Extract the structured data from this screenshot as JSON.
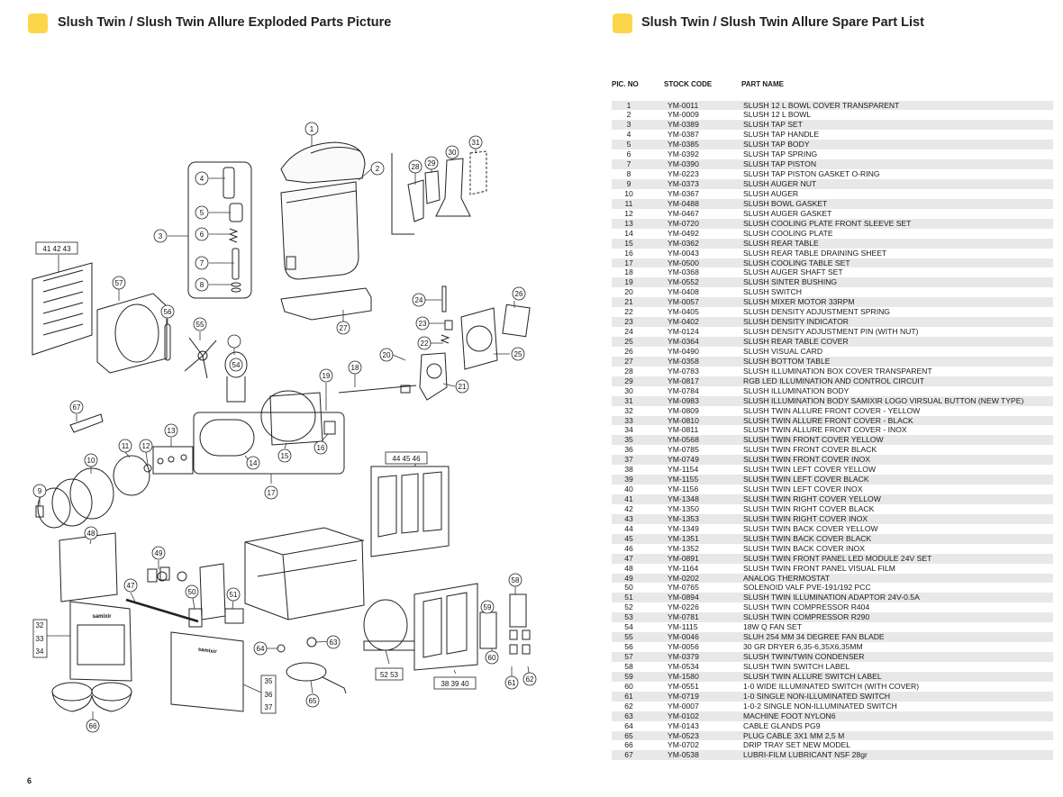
{
  "left_header": {
    "title": "Slush Twin / Slush Twin Allure Exploded Parts Picture"
  },
  "right_header": {
    "title": "Slush Twin / Slush Twin Allure Spare Part List"
  },
  "page_number": "6",
  "diagram": {
    "callouts": [
      "1",
      "2",
      "3",
      "4",
      "5",
      "6",
      "7",
      "8",
      "9",
      "10",
      "11",
      "12",
      "13",
      "14",
      "15",
      "16",
      "17",
      "18",
      "19",
      "20",
      "21",
      "22",
      "23",
      "24",
      "25",
      "26",
      "27",
      "28",
      "29",
      "30",
      "31",
      "41 42 43",
      "44 45 46",
      "47",
      "48",
      "49",
      "50",
      "51",
      "52 53",
      "54",
      "55",
      "56",
      "57",
      "58",
      "59",
      "60",
      "61",
      "62",
      "63",
      "64",
      "65",
      "66",
      "32",
      "33",
      "34",
      "35",
      "36",
      "37",
      "38 39 40"
    ],
    "brand_text": "samixir"
  },
  "table": {
    "headers": [
      "PIC. NO",
      "STOCK CODE",
      "PART NAME"
    ],
    "rows": [
      [
        "1",
        "YM-0011",
        "SLUSH 12 L BOWL COVER TRANSPARENT"
      ],
      [
        "2",
        "YM-0009",
        "SLUSH 12 L BOWL"
      ],
      [
        "3",
        "YM-0389",
        "SLUSH TAP SET"
      ],
      [
        "4",
        "YM-0387",
        "SLUSH TAP HANDLE"
      ],
      [
        "5",
        "YM-0385",
        "SLUSH TAP BODY"
      ],
      [
        "6",
        "YM-0392",
        "SLUSH TAP SPRING"
      ],
      [
        "7",
        "YM-0390",
        "SLUSH TAP PISTON"
      ],
      [
        "8",
        "YM-0223",
        "SLUSH TAP PISTON GASKET O-RING"
      ],
      [
        "9",
        "YM-0373",
        "SLUSH AUGER NUT"
      ],
      [
        "10",
        "YM-0367",
        "SLUSH AUGER"
      ],
      [
        "11",
        "YM-0488",
        "SLUSH BOWL GASKET"
      ],
      [
        "12",
        "YM-0467",
        "SLUSH AUGER GASKET"
      ],
      [
        "13",
        "YM-0720",
        "SLUSH COOLING PLATE FRONT SLEEVE SET"
      ],
      [
        "14",
        "YM-0492",
        "SLUSH COOLING PLATE"
      ],
      [
        "15",
        "YM-0362",
        "SLUSH REAR TABLE"
      ],
      [
        "16",
        "YM-0043",
        "SLUSH REAR TABLE DRAINING SHEET"
      ],
      [
        "17",
        "YM-0500",
        "SLUSH COOLING TABLE SET"
      ],
      [
        "18",
        "YM-0368",
        "SLUSH AUGER SHAFT SET"
      ],
      [
        "19",
        "YM-0552",
        "SLUSH SINTER BUSHING"
      ],
      [
        "20",
        "YM-0408",
        "SLUSH SWITCH"
      ],
      [
        "21",
        "YM-0057",
        "SLUSH MIXER MOTOR 33RPM"
      ],
      [
        "22",
        "YM-0405",
        "SLUSH DENSITY ADJUSTMENT SPRING"
      ],
      [
        "23",
        "YM-0402",
        "SLUSH DENSITY INDICATOR"
      ],
      [
        "24",
        "YM-0124",
        "SLUSH DENSITY ADJUSTMENT PIN (WITH NUT)"
      ],
      [
        "25",
        "YM-0364",
        "SLUSH REAR TABLE COVER"
      ],
      [
        "26",
        "YM-0490",
        "SLUSH VISUAL CARD"
      ],
      [
        "27",
        "YM-0358",
        "SLUSH BOTTOM TABLE"
      ],
      [
        "28",
        "YM-0783",
        "SLUSH ILLUMINATION BOX COVER TRANSPARENT"
      ],
      [
        "29",
        "YM-0817",
        "RGB LED ILLUMINATION AND CONTROL CIRCUIT"
      ],
      [
        "30",
        "YM-0784",
        "SLUSH ILLUMINATION BODY"
      ],
      [
        "31",
        "YM-0983",
        "SLUSH ILLUMINATION BODY SAMIXIR LOGO VIRSUAL BUTTON (NEW TYPE)"
      ],
      [
        "32",
        "YM-0809",
        "SLUSH TWIN ALLURE FRONT COVER - YELLOW"
      ],
      [
        "33",
        "YM-0810",
        "SLUSH TWIN ALLURE FRONT COVER - BLACK"
      ],
      [
        "34",
        "YM-0811",
        "SLUSH TWIN ALLURE FRONT COVER - INOX"
      ],
      [
        "35",
        "YM-0568",
        "SLUSH TWIN FRONT COVER YELLOW"
      ],
      [
        "36",
        "YM-0785",
        "SLUSH TWIN FRONT COVER BLACK"
      ],
      [
        "37",
        "YM-0749",
        "SLUSH TWIN FRONT COVER INOX"
      ],
      [
        "38",
        "YM-1154",
        "SLUSH TWIN LEFT COVER YELLOW"
      ],
      [
        "39",
        "YM-1155",
        "SLUSH TWIN LEFT COVER BLACK"
      ],
      [
        "40",
        "YM-1156",
        "SLUSH TWIN LEFT COVER INOX"
      ],
      [
        "41",
        "YM-1348",
        "SLUSH TWIN RIGHT COVER YELLOW"
      ],
      [
        "42",
        "YM-1350",
        "SLUSH TWIN RIGHT COVER BLACK"
      ],
      [
        "43",
        "YM-1353",
        "SLUSH TWIN RIGHT COVER INOX"
      ],
      [
        "44",
        "YM-1349",
        "SLUSH TWIN BACK COVER YELLOW"
      ],
      [
        "45",
        "YM-1351",
        "SLUSH TWIN BACK COVER BLACK"
      ],
      [
        "46",
        "YM-1352",
        "SLUSH TWIN BACK COVER INOX"
      ],
      [
        "47",
        "YM-0891",
        "SLUSH TWIN FRONT PANEL LED MODULE 24V SET"
      ],
      [
        "48",
        "YM-1164",
        "SLUSH TWIN FRONT PANEL VISUAL FILM"
      ],
      [
        "49",
        "YM-0202",
        "ANALOG THERMOSTAT"
      ],
      [
        "50",
        "YM-0765",
        "SOLENOID VALF PVE-191/192 PCC"
      ],
      [
        "51",
        "YM-0894",
        "SLUSH TWIN ILLUMINATION ADAPTOR 24V-0.5A"
      ],
      [
        "52",
        "YM-0226",
        "SLUSH TWIN COMPRESSOR R404"
      ],
      [
        "53",
        "YM-0781",
        "SLUSH TWIN COMPRESSOR R290"
      ],
      [
        "54",
        "YM-1115",
        "18W Q FAN SET"
      ],
      [
        "55",
        "YM-0046",
        "SLUH 254 MM 34 DEGREE FAN BLADE"
      ],
      [
        "56",
        "YM-0056",
        "30 GR DRYER 6,35-6,35X6,35MM"
      ],
      [
        "57",
        "YM-0379",
        "SLUSH TWIN/TWIN CONDENSER"
      ],
      [
        "58",
        "YM-0534",
        "SLUSH TWIN SWITCH LABEL"
      ],
      [
        "59",
        "YM-1580",
        "SLUSH TWIN ALLURE SWITCH LABEL"
      ],
      [
        "60",
        "YM-0551",
        "1-0 WIDE ILLUMINATED SWITCH (WITH COVER)"
      ],
      [
        "61",
        "YM-0719",
        "1-0 SINGLE NON-ILLUMINATED SWITCH"
      ],
      [
        "62",
        "YM-0007",
        "1-0-2 SINGLE NON-ILLUMINATED SWITCH"
      ],
      [
        "63",
        "YM-0102",
        "MACHINE FOOT NYLON6"
      ],
      [
        "64",
        "YM-0143",
        "CABLE GLANDS PG9"
      ],
      [
        "65",
        "YM-0523",
        "PLUG CABLE 3X1 MM  2,5 M"
      ],
      [
        "66",
        "YM-0702",
        "DRIP TRAY SET NEW MODEL"
      ],
      [
        "67",
        "YM-0538",
        "LUBRI-FILM LUBRICANT NSF 28gr"
      ]
    ]
  }
}
